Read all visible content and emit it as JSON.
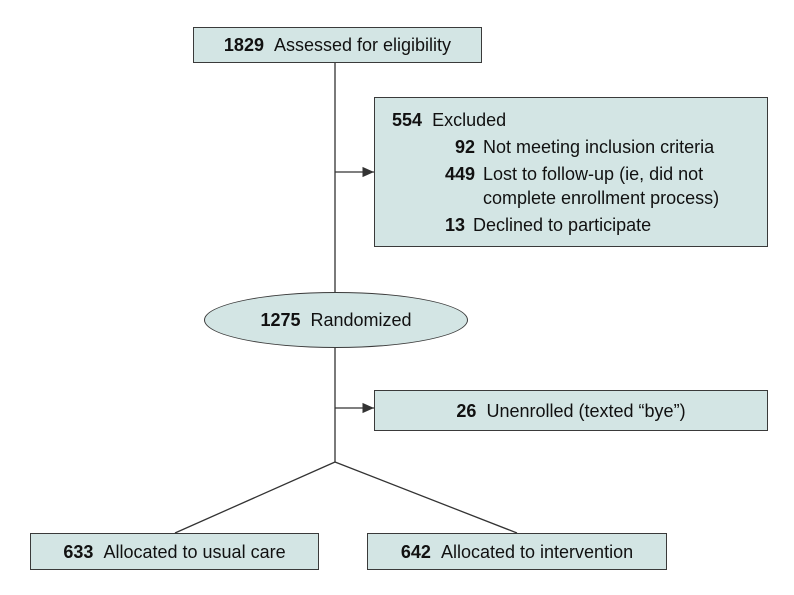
{
  "assessed": {
    "count": "1829",
    "label": "Assessed for eligibility"
  },
  "excluded": {
    "count": "554",
    "label": "Excluded",
    "items": [
      {
        "count": "92",
        "label": "Not meeting inclusion criteria"
      },
      {
        "count": "449",
        "label_line1": "Lost to follow-up (ie, did not",
        "label_line2": "complete enrollment process)"
      },
      {
        "count": "13",
        "label": "Declined to participate"
      }
    ]
  },
  "randomized": {
    "count": "1275",
    "label": "Randomized"
  },
  "unenrolled": {
    "count": "26",
    "label": "Unenrolled (texted “bye”)"
  },
  "usual_care": {
    "count": "633",
    "label": "Allocated to usual care"
  },
  "intervention": {
    "count": "642",
    "label": "Allocated to intervention"
  }
}
